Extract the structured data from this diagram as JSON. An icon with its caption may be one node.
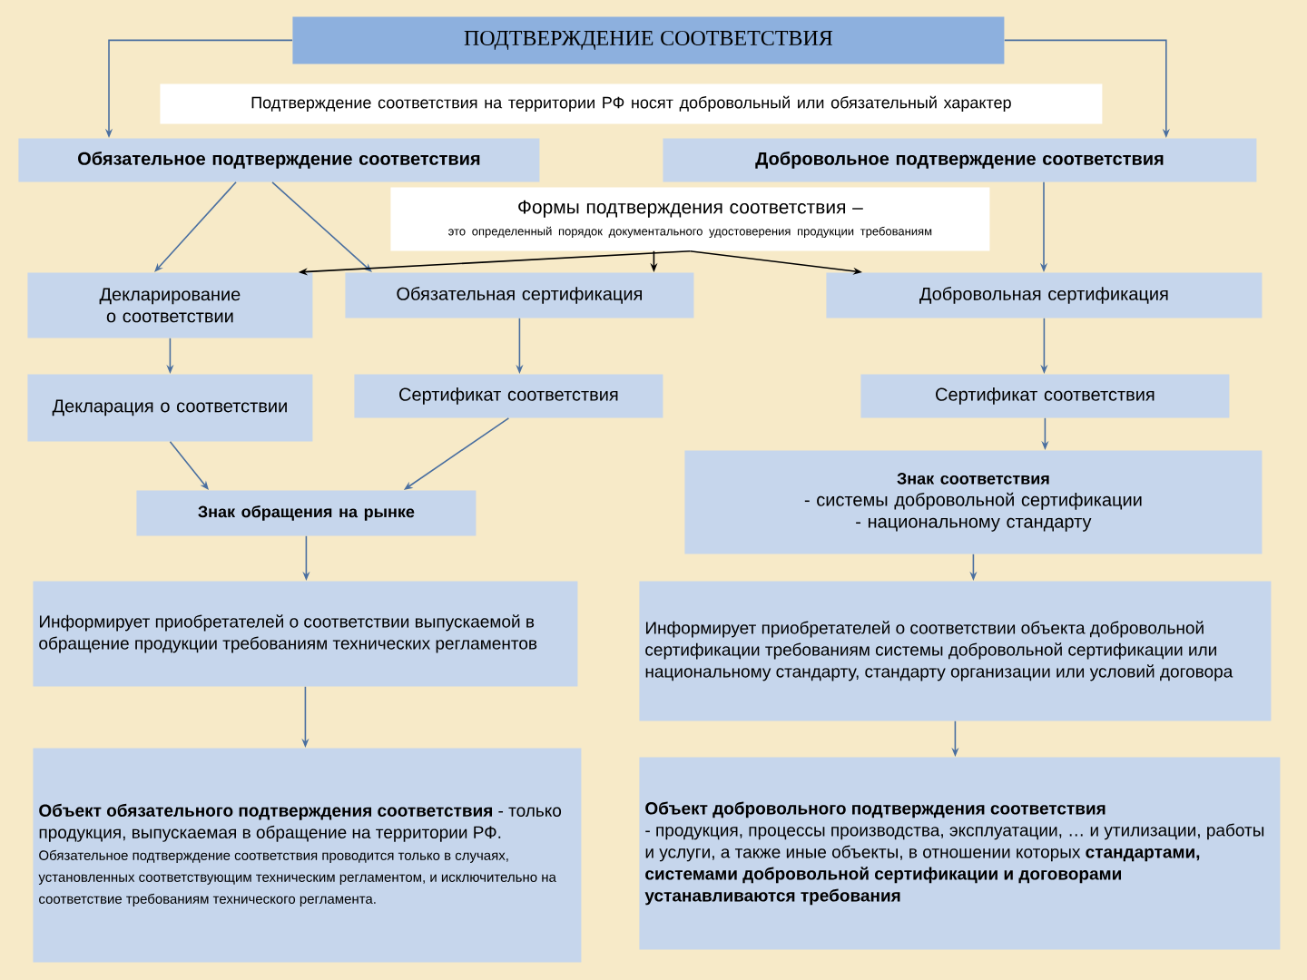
{
  "diagram": {
    "nodes": [
      {
        "text": [
          "ПОДТВЕРЖДЕНИЕ СООТВЕТСТВИЯ"
        ]
      },
      {
        "text": [
          "Подтверждение соответствия на территории РФ носят добровольный или обязательный характер"
        ]
      },
      {
        "text": [
          "Обязательное подтверждение соответствия"
        ]
      },
      {
        "text": [
          "Добровольное подтверждение соответствия"
        ]
      },
      {
        "text": [
          "Формы подтверждения соответствия –",
          "это определенный порядок документального удостоверения продукции требованиям"
        ]
      },
      {
        "text": [
          "Декларирование о соответствии"
        ]
      },
      {
        "text": [
          "Обязательная сертификация"
        ]
      },
      {
        "text": [
          "Добровольная сертификация"
        ]
      },
      {
        "text": [
          "Декларация о соответствии"
        ]
      },
      {
        "text": [
          "Сертификат соответствия"
        ]
      },
      {
        "text": [
          "Сертификат соответствия"
        ]
      },
      {
        "text": [
          "Знак обращения на рынке"
        ]
      },
      {
        "text": [
          "Знак соответствия",
          "- системы добровольной сертификации",
          "- национальному стандарту"
        ]
      },
      {
        "text": [
          "Информирует приобретателей о соответствии выпускаемой в обращение продукции требованиям технических регламентов"
        ]
      },
      {
        "text": [
          "Информирует приобретателей о соответствии объекта добровольной сертификации требованиям системы добровольной сертификации или национальному стандарту, стандарту организации или условий договора"
        ]
      },
      {
        "text": [
          "**Объект обязательного подтверждения соответствия** - только продукция, выпускаемая в обращение на территории РФ.",
          "Обязательное подтверждение соответствия проводится только в случаях, установленных соответствующим техническим регламентом, и исключительно на соответствие требованиям технического регламента."
        ]
      },
      {
        "text": [
          "Объект добровольного подтверждения соответствия",
          "- продукция, процессы производства, эксплуатации, … и утилизации, работы и услуги, а также иные объекты, в отношении которых **стандартами, системами добровольной сертификации и договорами устанавливаются требования**"
        ]
      }
    ],
    "edges": [
      {
        "from": 0,
        "to": 2,
        "arrow": "to"
      },
      {
        "from": 0,
        "to": 3,
        "arrow": "to"
      },
      {
        "from": 2,
        "to": 5,
        "arrow": "to"
      },
      {
        "from": 2,
        "to": 6,
        "arrow": "to"
      },
      {
        "from": 4,
        "to": 5,
        "arrow": "to",
        "color": "#000000"
      },
      {
        "from": 4,
        "to": 6,
        "arrow": "to",
        "color": "#000000"
      },
      {
        "from": 4,
        "to": 7,
        "arrow": "to",
        "color": "#000000"
      },
      {
        "from": 3,
        "to": 7,
        "arrow": "to"
      },
      {
        "from": 5,
        "to": 8,
        "arrow": "to"
      },
      {
        "from": 6,
        "to": 9,
        "arrow": "to"
      },
      {
        "from": 7,
        "to": 10,
        "arrow": "to"
      },
      {
        "from": 8,
        "to": 11,
        "arrow": "to"
      },
      {
        "from": 9,
        "to": 11,
        "arrow": "to"
      },
      {
        "from": 10,
        "to": 12,
        "arrow": "to"
      },
      {
        "from": 11,
        "to": 13,
        "arrow": "to"
      },
      {
        "from": 12,
        "to": 14,
        "arrow": "to"
      },
      {
        "from": 13,
        "to": 15,
        "arrow": "to"
      },
      {
        "from": 14,
        "to": 16,
        "arrow": "to"
      }
    ]
  }
}
